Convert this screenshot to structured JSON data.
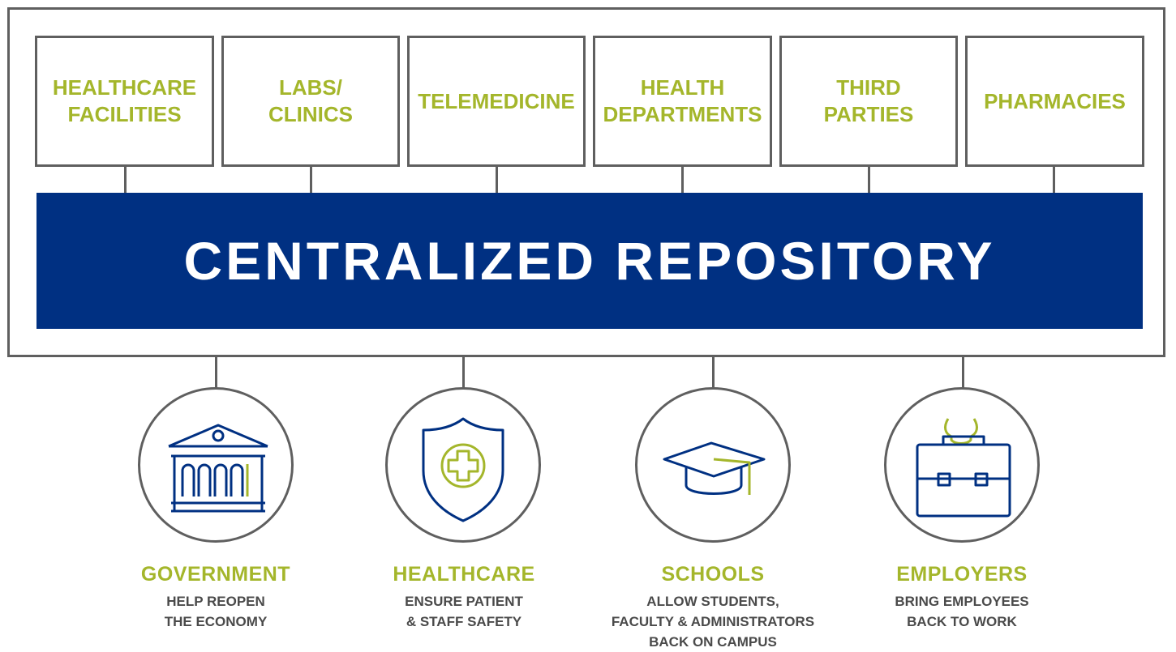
{
  "colors": {
    "accent": "#a4b62b",
    "navy": "#003082",
    "border": "#5f5f5f",
    "text": "#4a4a4a"
  },
  "sources": [
    {
      "label": "HEALTHCARE\nFACILITIES"
    },
    {
      "label": "LABS/\nCLINICS"
    },
    {
      "label": "TELEMEDICINE"
    },
    {
      "label": "HEALTH\nDEPARTMENTS"
    },
    {
      "label": "THIRD\nPARTIES"
    },
    {
      "label": "PHARMACIES"
    }
  ],
  "repository": {
    "label": "CENTRALIZED REPOSITORY"
  },
  "consumers": [
    {
      "title": "GOVERNMENT",
      "desc": "HELP REOPEN\nTHE ECONOMY",
      "icon": "government-building-icon"
    },
    {
      "title": "HEALTHCARE",
      "desc": "ENSURE PATIENT\n& STAFF SAFETY",
      "icon": "medical-shield-icon"
    },
    {
      "title": "SCHOOLS",
      "desc": "ALLOW STUDENTS,\nFACULTY & ADMINISTRATORS\nBACK ON CAMPUS",
      "icon": "graduation-cap-icon"
    },
    {
      "title": "EMPLOYERS",
      "desc": "BRING EMPLOYEES\nBACK TO WORK",
      "icon": "briefcase-icon"
    }
  ]
}
